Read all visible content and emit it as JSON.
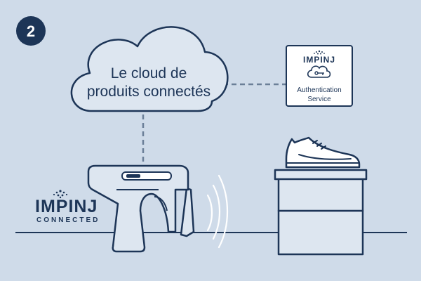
{
  "step_badge": {
    "number": "2"
  },
  "cloud": {
    "line1": "Le cloud de",
    "line2": "produits connectés"
  },
  "auth_card": {
    "brand": "IMPINJ",
    "icon": "cloud-key-icon",
    "line1": "Authentication",
    "line2": "Service"
  },
  "logo": {
    "brand": "IMPINJ",
    "subtitle": "CONNECTED"
  },
  "colors": {
    "background": "#cfdbe9",
    "navy": "#1d3557",
    "fill_light": "#dde6f0",
    "white": "#ffffff"
  }
}
